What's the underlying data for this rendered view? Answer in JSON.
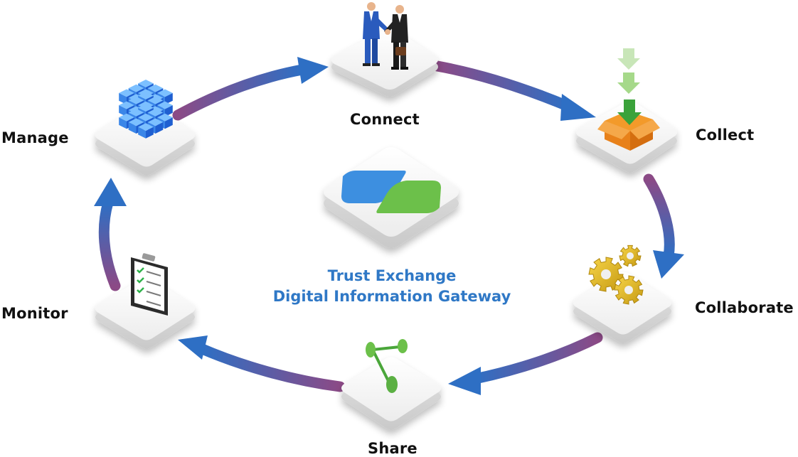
{
  "steps": {
    "connect": "Connect",
    "collect": "Collect",
    "collaborate": "Collaborate",
    "share": "Share",
    "monitor": "Monitor",
    "manage": "Manage"
  },
  "center": {
    "line1": "Trust Exchange",
    "line2": "Digital Information Gateway"
  },
  "colors": {
    "arrow_blue": "#2e6fc4",
    "arrow_purple": "#8a4a86",
    "title_blue": "#2f78c6",
    "logo_blue": "#3d8fe0",
    "logo_green": "#6cc04a",
    "platform": "#f4f4f4"
  }
}
